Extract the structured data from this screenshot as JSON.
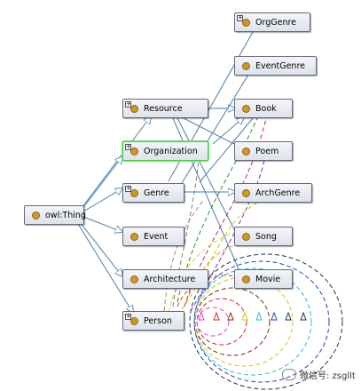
{
  "nodes": [
    {
      "id": "owl-thing",
      "label": "owl:Thing",
      "expander": false
    },
    {
      "id": "resource",
      "label": "Resource",
      "expander": true
    },
    {
      "id": "organization",
      "label": "Organization",
      "expander": true,
      "selected": true
    },
    {
      "id": "genre",
      "label": "Genre",
      "expander": true
    },
    {
      "id": "event",
      "label": "Event",
      "expander": false
    },
    {
      "id": "architecture",
      "label": "Architecture",
      "expander": false
    },
    {
      "id": "person",
      "label": "Person",
      "expander": true
    },
    {
      "id": "orggenre",
      "label": "OrgGenre",
      "expander": true
    },
    {
      "id": "eventgenre",
      "label": "EventGenre",
      "expander": false
    },
    {
      "id": "book",
      "label": "Book",
      "expander": false
    },
    {
      "id": "poem",
      "label": "Poem",
      "expander": false
    },
    {
      "id": "archgenre",
      "label": "ArchGenre",
      "expander": false
    },
    {
      "id": "song",
      "label": "Song",
      "expander": false
    },
    {
      "id": "movie",
      "label": "Movie",
      "expander": false
    }
  ],
  "watermark": {
    "text": "微信号: zsgllt"
  },
  "colors": {
    "subclass_edge": "#4a7fa8",
    "node_dot": "#cc9a2a",
    "selected_border": "#4cc94c"
  }
}
